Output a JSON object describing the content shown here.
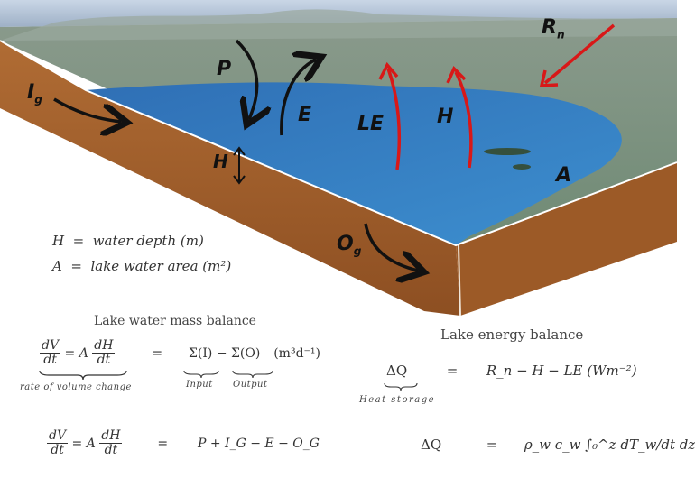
{
  "labels": {
    "rn": "R",
    "rn_sub": "n",
    "p": "P",
    "e": "E",
    "le": "LE",
    "h_flux": "H",
    "ig": "I",
    "ig_sub": "g",
    "h_depth": "H",
    "og": "O",
    "og_sub": "g",
    "a": "A"
  },
  "definitions": {
    "h_line": "H  =  water depth (m)",
    "a_line": "A  =  lake water area (m²)"
  },
  "mass_balance": {
    "heading": "Lake water mass balance",
    "num1": "dV",
    "den1": "dt",
    "eq_a": "= A",
    "num2": "dH",
    "den2": "dt",
    "equals": "=",
    "sum_i": "Σ(I)",
    "minus": "−",
    "sum_o": "Σ(O)",
    "units": "(m³d⁻¹)",
    "rate_label": "rate of volume change",
    "input_label": "Input",
    "output_label": "Output",
    "rhs2": "P + I_G − E − O_G"
  },
  "energy_balance": {
    "heading": "Lake energy balance",
    "dq": "ΔQ",
    "equals": "=",
    "rhs1": "R_n − H − LE  (Wm⁻²)",
    "heat_label": "Heat storage",
    "dq2": "ΔQ",
    "rhs2": "ρ_w c_w ∫₀^z dT_w/dt dz"
  }
}
